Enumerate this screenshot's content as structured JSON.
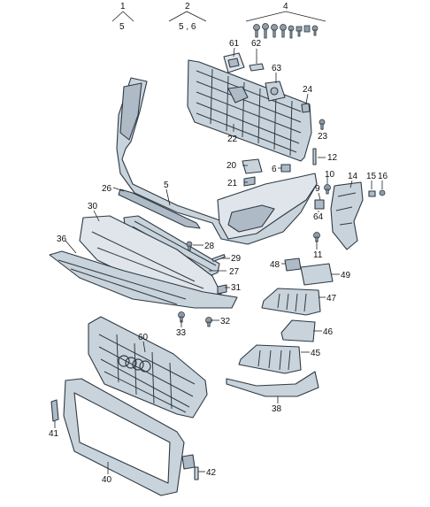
{
  "callouts": {
    "c1": "1",
    "c5a": "5",
    "c2": "2",
    "c56": "5 , 6",
    "c4": "4",
    "c61": "61",
    "c62": "62",
    "c63": "63",
    "c24": "24",
    "c22": "22",
    "c23": "23",
    "c12": "12",
    "c20": "20",
    "c6": "6",
    "c10": "10",
    "c14": "14",
    "c15": "15",
    "c16": "16",
    "c21": "21",
    "c26": "26",
    "c5b": "5",
    "c9": "9",
    "c64": "64",
    "c30": "30",
    "c28": "28",
    "c11": "11",
    "c36": "36",
    "c29": "29",
    "c27": "27",
    "c48": "48",
    "c49": "49",
    "c31": "31",
    "c47": "47",
    "c33": "33",
    "c32": "32",
    "c60": "60",
    "c46": "46",
    "c45": "45",
    "c38": "38",
    "c41": "41",
    "c42": "42",
    "c40": "40"
  },
  "colors": {
    "part_fill": "#c9d3db",
    "part_stroke": "#2f3a44",
    "background": "#ffffff"
  }
}
